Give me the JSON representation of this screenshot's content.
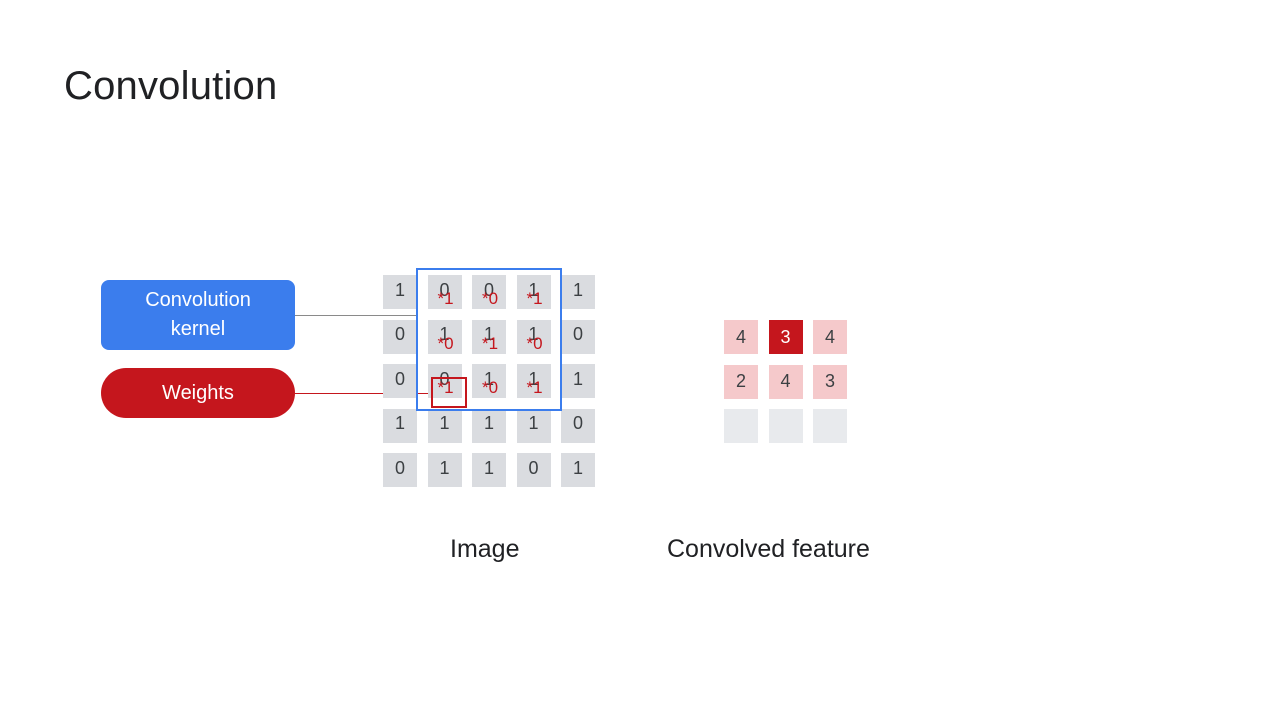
{
  "slide": {
    "title": "Convolution"
  },
  "labels": {
    "kernel": "Convolution\nkernel",
    "weights": "Weights",
    "image_caption": "Image",
    "feature_caption": "Convolved feature"
  },
  "colors": {
    "kernel_blue": "#3b7ded",
    "weight_red": "#c5161d",
    "cell_gray": "#dadce0",
    "output_pink": "#f5c9cb"
  },
  "image_grid": [
    [
      "1",
      "0",
      "0",
      "1",
      "1"
    ],
    [
      "0",
      "1",
      "1",
      "1",
      "0"
    ],
    [
      "0",
      "0",
      "1",
      "1",
      "1"
    ],
    [
      "1",
      "1",
      "1",
      "1",
      "0"
    ],
    [
      "0",
      "1",
      "1",
      "0",
      "1"
    ]
  ],
  "kernel_weights": [
    [
      "*1",
      "*0",
      "*1"
    ],
    [
      "*0",
      "*1",
      "*0"
    ],
    [
      "*1",
      "*0",
      "*1"
    ]
  ],
  "kernel_position": {
    "row": 0,
    "col": 1
  },
  "convolved_feature": [
    [
      "4",
      "3",
      "4"
    ],
    [
      "2",
      "4",
      "3"
    ],
    [
      "",
      "",
      ""
    ]
  ],
  "active_output": {
    "row": 0,
    "col": 1
  }
}
